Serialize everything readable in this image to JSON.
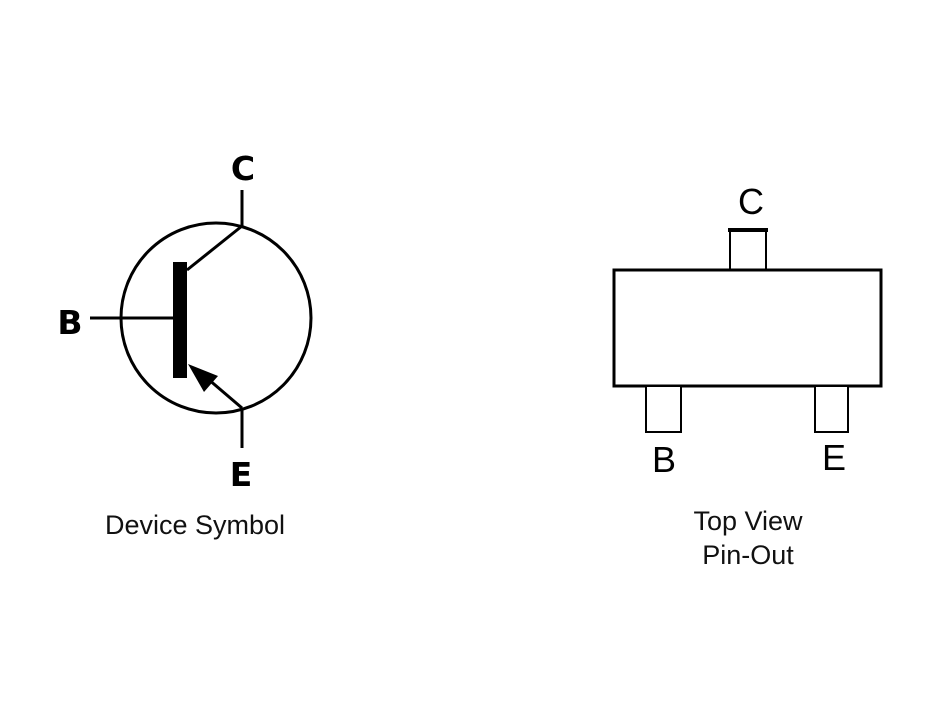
{
  "device_symbol": {
    "pins": {
      "base": "B",
      "collector": "C",
      "emitter": "E"
    },
    "caption": "Device Symbol"
  },
  "pinout": {
    "pins": {
      "collector": "C",
      "base": "B",
      "emitter": "E"
    },
    "caption_line1": "Top View",
    "caption_line2": "Pin-Out"
  },
  "colors": {
    "ink": "#000000",
    "background": "#ffffff"
  }
}
